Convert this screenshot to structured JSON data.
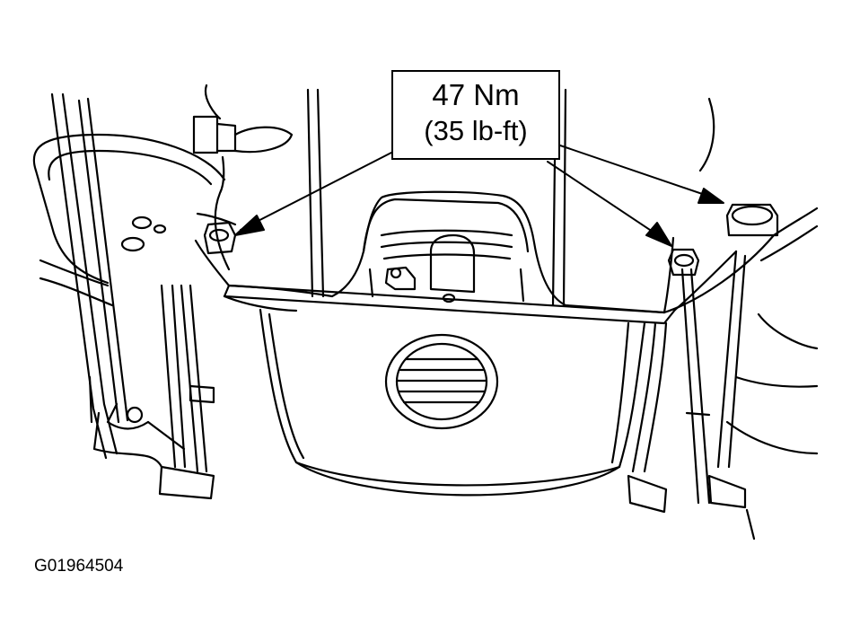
{
  "callout": {
    "torque_metric": "47 Nm",
    "torque_imperial": "(35 lb-ft)"
  },
  "figure_id": "G01964504",
  "colors": {
    "line": "#000000",
    "background": "#ffffff"
  }
}
